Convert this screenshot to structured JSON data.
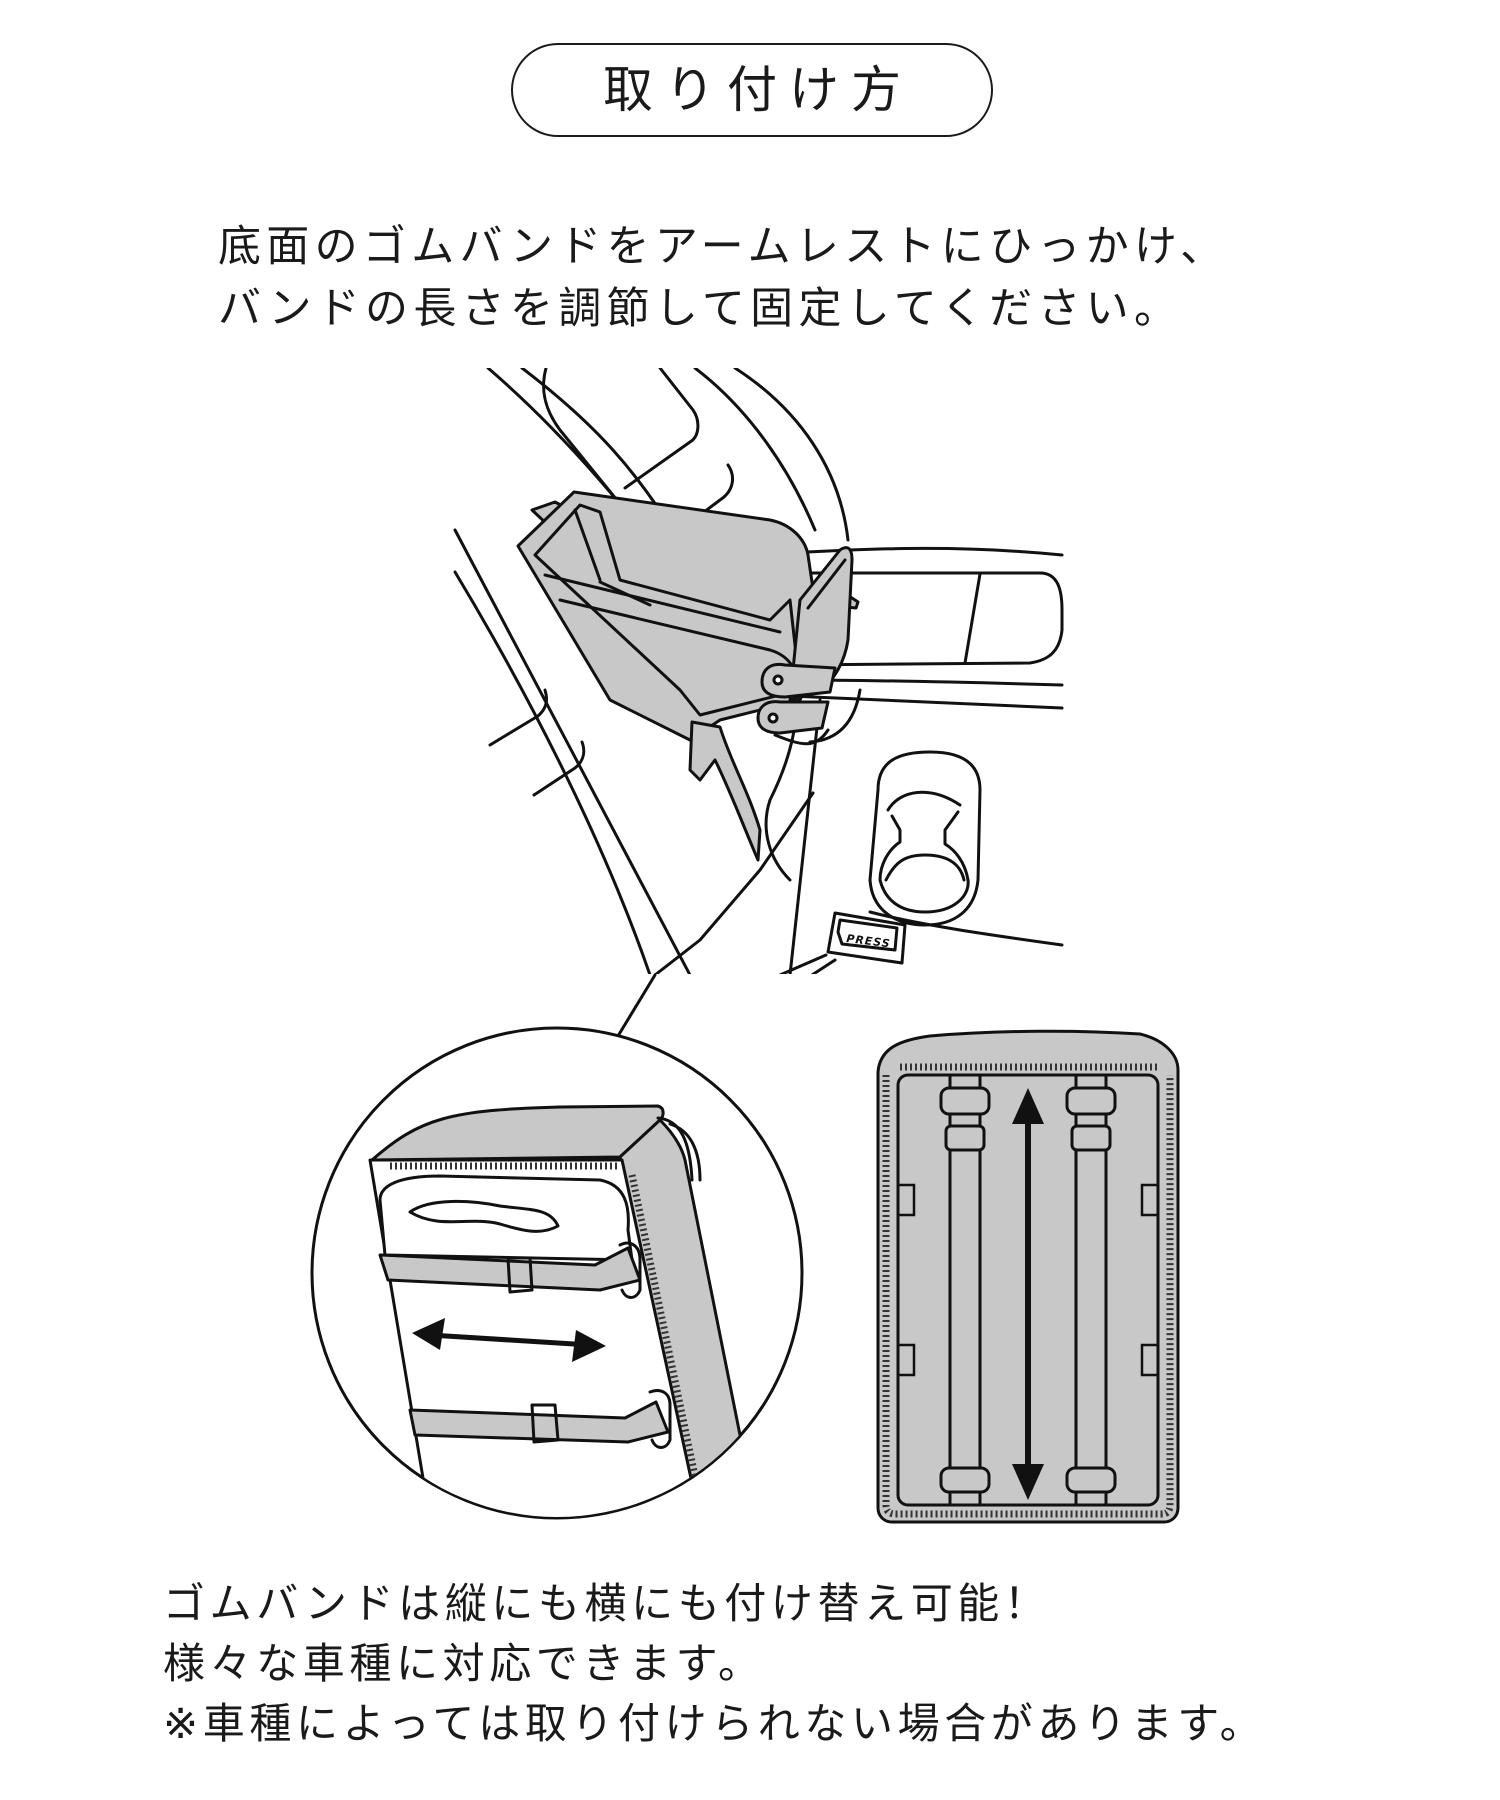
{
  "title": "取り付け方",
  "intro": {
    "lines": [
      "底面のゴムバンドをアームレストにひっかけ、",
      "バンドの長さを調節して固定してください。"
    ]
  },
  "illustration": {
    "press_button_label": "PRESS",
    "fill_color": "#c8c8c8",
    "line_color": "#111111"
  },
  "notes": {
    "lines": [
      "ゴムバンドは縦にも横にも付け替え可能！",
      "様々な車種に対応できます。",
      "※車種によっては取り付けられない場合があります。"
    ]
  }
}
